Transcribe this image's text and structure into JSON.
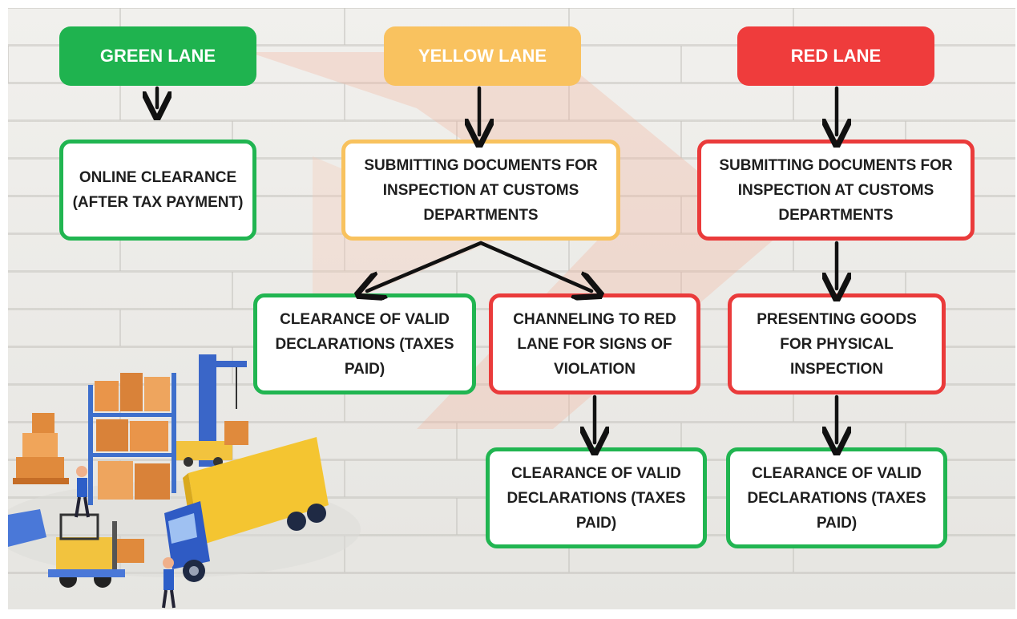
{
  "lanes": {
    "green": {
      "label": "GREEN LANE",
      "color": "#1fb34f"
    },
    "yellow": {
      "label": "YELLOW LANE",
      "color": "#f9c25f"
    },
    "red": {
      "label": "RED LANE",
      "color": "#ef3c3c"
    }
  },
  "green_steps": {
    "online_clearance": "ONLINE CLEARANCE (AFTER TAX PAYMENT)"
  },
  "yellow_steps": {
    "submit_documents": "SUBMITTING DOCUMENTS FOR INSPECTION AT CUSTOMS DEPARTMENTS",
    "clearance_valid": "CLEARANCE OF VALID DECLARATIONS (TAXES PAID)",
    "channel_to_red": "CHANNELING TO RED LANE FOR SIGNS OF VIOLATION",
    "channel_clearance": "CLEARANCE OF VALID DECLARATIONS (TAXES PAID)"
  },
  "red_steps": {
    "submit_documents": "SUBMITTING DOCUMENTS FOR INSPECTION AT CUSTOMS DEPARTMENTS",
    "present_goods": "PRESENTING GOODS FOR PHYSICAL INSPECTION",
    "clearance_valid": "CLEARANCE OF VALID DECLARATIONS (TAXES PAID)"
  },
  "colors": {
    "border_green": "#21b551",
    "border_yellow": "#f8c25e",
    "border_red": "#ea3b3b",
    "arrow": "#111111"
  },
  "icons": [
    "warehouse-illustration",
    "truck-icon",
    "forklift-icon",
    "crane-icon",
    "worker-icon"
  ]
}
